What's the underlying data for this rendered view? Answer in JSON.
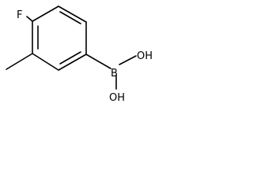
{
  "molecule": {
    "atoms": {
      "fluorine": "F",
      "boron": "B",
      "hydroxyl_top": "OH",
      "hydroxyl_bottom": "OH"
    }
  },
  "colors": {
    "ink": "#000000",
    "background": "#ffffff"
  }
}
